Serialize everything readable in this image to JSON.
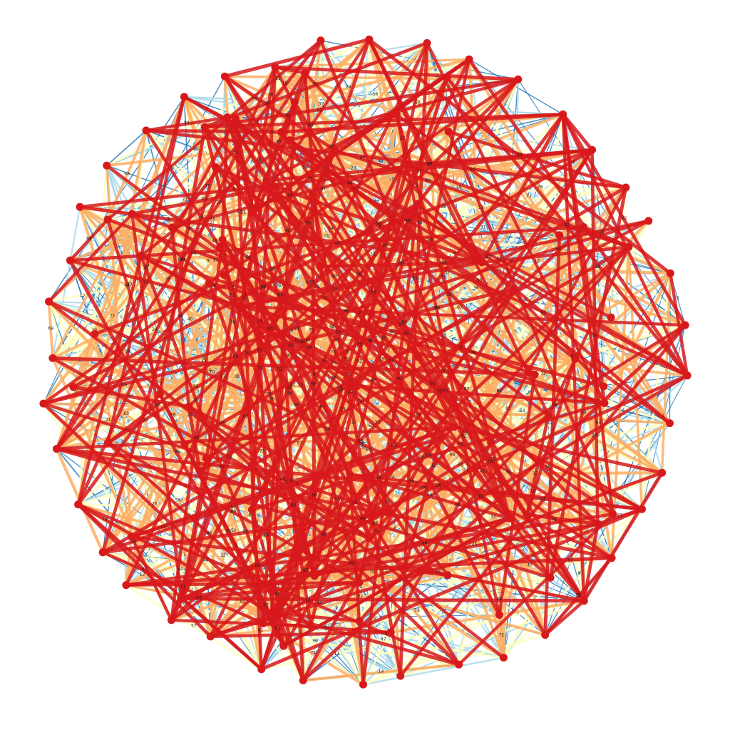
{
  "diagram": {
    "type": "weighted-graph",
    "node_color": "#d7191c",
    "edge_palette": [
      "#2c7bb6",
      "#abd9e9",
      "#ffffbf",
      "#fdae61",
      "#d7191c"
    ],
    "node_count": 120,
    "edges_per_node": 12,
    "weight_range": [
      1,
      100
    ],
    "labeled_edges": [
      {
        "from": 0,
        "to": 1,
        "label": "26"
      },
      {
        "from": 2,
        "to": 3,
        "label": "56"
      },
      {
        "from": 4,
        "to": 5,
        "label": "61"
      },
      {
        "from": 6,
        "to": 7,
        "label": "24"
      },
      {
        "from": 8,
        "to": 9,
        "label": "62"
      },
      {
        "from": 10,
        "to": 11,
        "label": "47"
      },
      {
        "from": 12,
        "to": 13,
        "label": "92"
      },
      {
        "from": 14,
        "to": 15,
        "label": "46"
      },
      {
        "from": 16,
        "to": 17,
        "label": "37"
      },
      {
        "from": 18,
        "to": 19,
        "label": "80"
      },
      {
        "from": 20,
        "to": 21,
        "label": "60"
      },
      {
        "from": 22,
        "to": 23,
        "label": "58"
      },
      {
        "from": 24,
        "to": 25,
        "label": "32"
      },
      {
        "from": 26,
        "to": 27,
        "label": "65"
      },
      {
        "from": 28,
        "to": 29,
        "label": "40"
      },
      {
        "from": 30,
        "to": 31,
        "label": "96"
      },
      {
        "from": 32,
        "to": 33,
        "label": "72"
      },
      {
        "from": 34,
        "to": 35,
        "label": "71"
      },
      {
        "from": 36,
        "to": 37,
        "label": "19"
      },
      {
        "from": 38,
        "to": 39,
        "label": "83"
      }
    ]
  }
}
